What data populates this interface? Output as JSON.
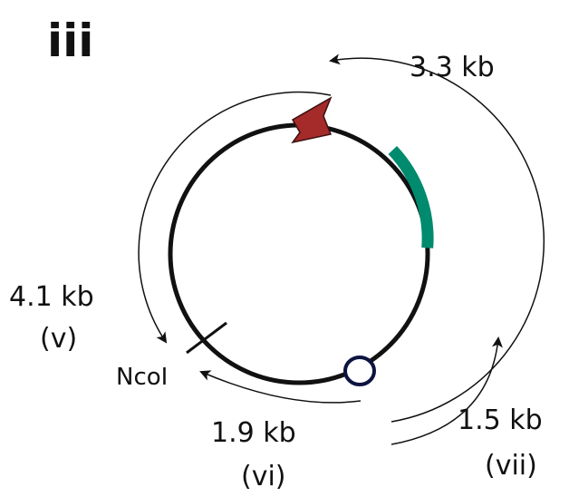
{
  "panel_label": "iii",
  "restriction_site": {
    "name": "NcoI"
  },
  "features": {
    "promoter_arrow_color": "#a52a2a",
    "gene_color": "#008a6e",
    "origin_marker": "circle"
  },
  "fragments": [
    {
      "id": "v",
      "size": "4.1 kb",
      "tag": "(v)"
    },
    {
      "id": "vi",
      "size": "1.9 kb",
      "tag": "(vi)"
    },
    {
      "id": "vii",
      "size": "1.5 kb",
      "tag": "(vii)"
    },
    {
      "id": "full",
      "size": "3.3 kb",
      "tag": ""
    }
  ]
}
